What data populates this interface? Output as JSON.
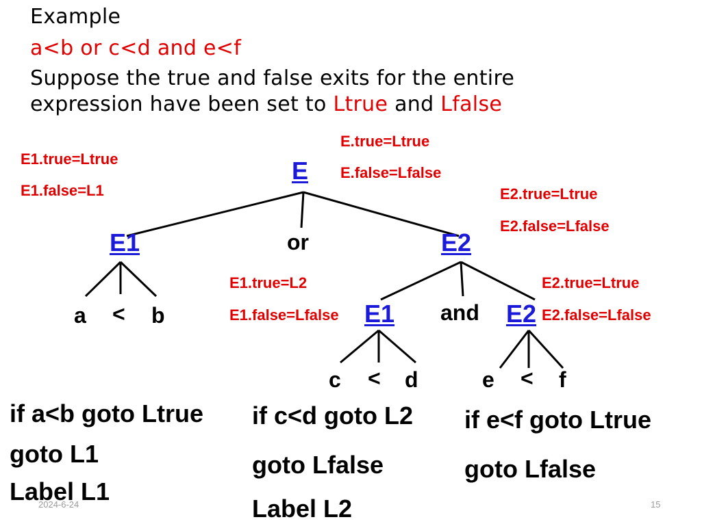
{
  "slide": {
    "title": "Example",
    "expression": "a<b or c<d and e<f",
    "description_line1": "Suppose the true and false exits for the entire",
    "description_line2_prefix": "expression have been set to ",
    "description_line2_ltrue": "Ltrue",
    "description_line2_and": " and ",
    "description_line2_lfalse": "Lfalse"
  },
  "tree": {
    "root": "E",
    "left": "E1",
    "op_or": "or",
    "right": "E2",
    "right_left": "E1",
    "op_and": "and",
    "right_right": "E2",
    "leaf_a": "a",
    "leaf_lt1": "<",
    "leaf_b": "b",
    "leaf_c": "c",
    "leaf_lt2": "<",
    "leaf_d": "d",
    "leaf_e": "e",
    "leaf_lt3": "<",
    "leaf_f": "f"
  },
  "annotations": {
    "root_true": "E.true=Ltrue",
    "root_false": "E.false=Lfalse",
    "left_true": "E1.true=Ltrue",
    "left_false": "E1.false=L1",
    "right_true": "E2.true=Ltrue",
    "right_false": "E2.false=Lfalse",
    "inner_left_true": "E1.true=L2",
    "inner_left_false": "E1.false=Lfalse",
    "inner_right_true": "E2.true=Ltrue",
    "inner_right_false": "E2.false=Lfalse"
  },
  "code": {
    "col1": [
      "if a<b goto Ltrue",
      "goto L1",
      "Label L1"
    ],
    "col2": [
      "if c<d goto L2",
      "goto Lfalse",
      "Label L2"
    ],
    "col3": [
      "if e<f goto Ltrue",
      "goto Lfalse"
    ]
  },
  "footer": {
    "date": "2024-6-24",
    "page": "15"
  }
}
